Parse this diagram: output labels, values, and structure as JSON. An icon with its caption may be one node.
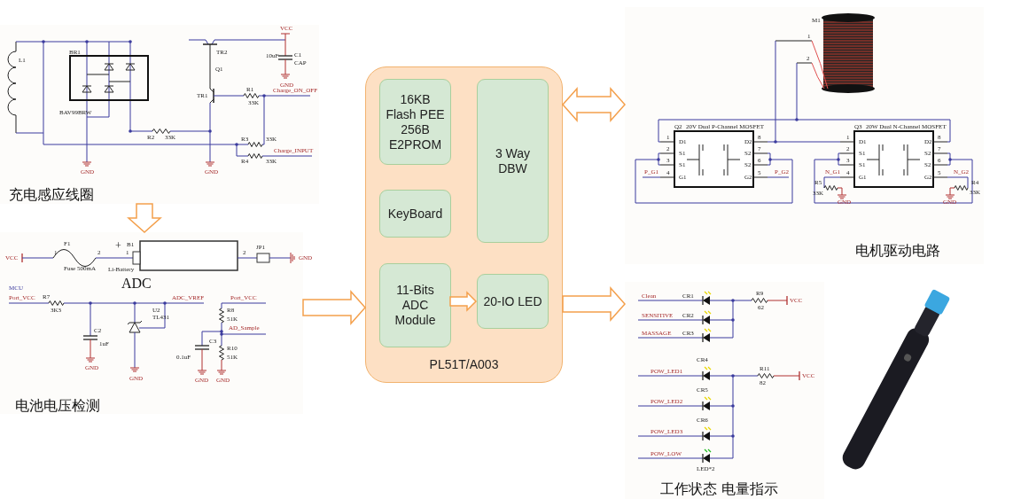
{
  "diagram": {
    "nodes": [
      {
        "text": [
          "充电感应线圈"
        ]
      },
      {
        "text": [
          "电池电压检测"
        ]
      },
      {
        "text": [
          "PL51T/A003"
        ]
      },
      {
        "text": [
          "16KB Flash PEE 256B E2PROM"
        ],
        "in": 2
      },
      {
        "text": [
          "KeyBoard"
        ],
        "in": 2
      },
      {
        "text": [
          "11-Bits ADC Module"
        ],
        "in": 2
      },
      {
        "text": [
          "3 Way DBW"
        ],
        "in": 2
      },
      {
        "text": [
          "20-IO LED"
        ],
        "in": 2
      },
      {
        "text": [
          "电机驱动电路"
        ]
      },
      {
        "text": [
          "工作状态 电量指示"
        ]
      }
    ],
    "edges": [
      {
        "from": 0,
        "to": 1,
        "arrow": "to"
      },
      {
        "from": 1,
        "to": 2,
        "arrow": "to"
      },
      {
        "from": 2,
        "to": 8,
        "arrow": "both"
      },
      {
        "from": 5,
        "to": 7,
        "arrow": "to"
      },
      {
        "from": 2,
        "to": 9,
        "arrow": "to"
      }
    ],
    "labels": [
      "L1",
      "BR1",
      "BAV99BRW",
      "TR2",
      "Q1",
      "TR1",
      "R1",
      "33K",
      "Charge_ON_OFF",
      "R2",
      "33K",
      "R3",
      "33K",
      "R4",
      "33K",
      "Charge_INPUT",
      "VCC",
      "10uF",
      "C1",
      "CAP",
      "GND",
      "GND",
      "GND",
      "VCC",
      "F1",
      "1",
      "2",
      "Fuse 500mA",
      "+",
      "B1",
      "1",
      "Li-Battery",
      "2",
      "JP1",
      "GND",
      "ADC",
      "MCU",
      "Port_VCC",
      "R7",
      "3K3",
      "C2",
      "1uF",
      "GND",
      "U2",
      "TL431",
      "ADC_VREF",
      "GND",
      "Port_VCC",
      "R8",
      "51K",
      "AD_Sample",
      "C3",
      "0.1uF",
      "R10",
      "51K",
      "GND",
      "GND",
      "M1",
      "1",
      "2",
      "Q2",
      "20V Dual P-Channel MOSFET",
      "1",
      "D1",
      "2",
      "S1",
      "3",
      "S1",
      "4",
      "G1",
      "P_G1",
      "8",
      "D2",
      "7",
      "S2",
      "6",
      "S2",
      "5",
      "G2",
      "P_G2",
      "Q3",
      "20W Dual N-Channel MOSFET",
      "1",
      "D1",
      "2",
      "S1",
      "3",
      "S1",
      "4",
      "G1",
      "N_G1",
      "R5",
      "33K",
      "GND",
      "8",
      "D2",
      "7",
      "S2",
      "6",
      "S2",
      "5",
      "G2",
      "N_G2",
      "R4",
      "33K",
      "GND",
      "Clean",
      "CR1",
      "R9",
      "62",
      "VCC",
      "SENSITIVE",
      "CR2",
      "MASSAGE",
      "CR3",
      "CR4",
      "POW_LED1",
      "R11",
      "82",
      "VCC",
      "CR5",
      "POW_LED2",
      "CR6",
      "POW_LED3",
      "POW_LOW",
      "LED*2"
    ]
  }
}
